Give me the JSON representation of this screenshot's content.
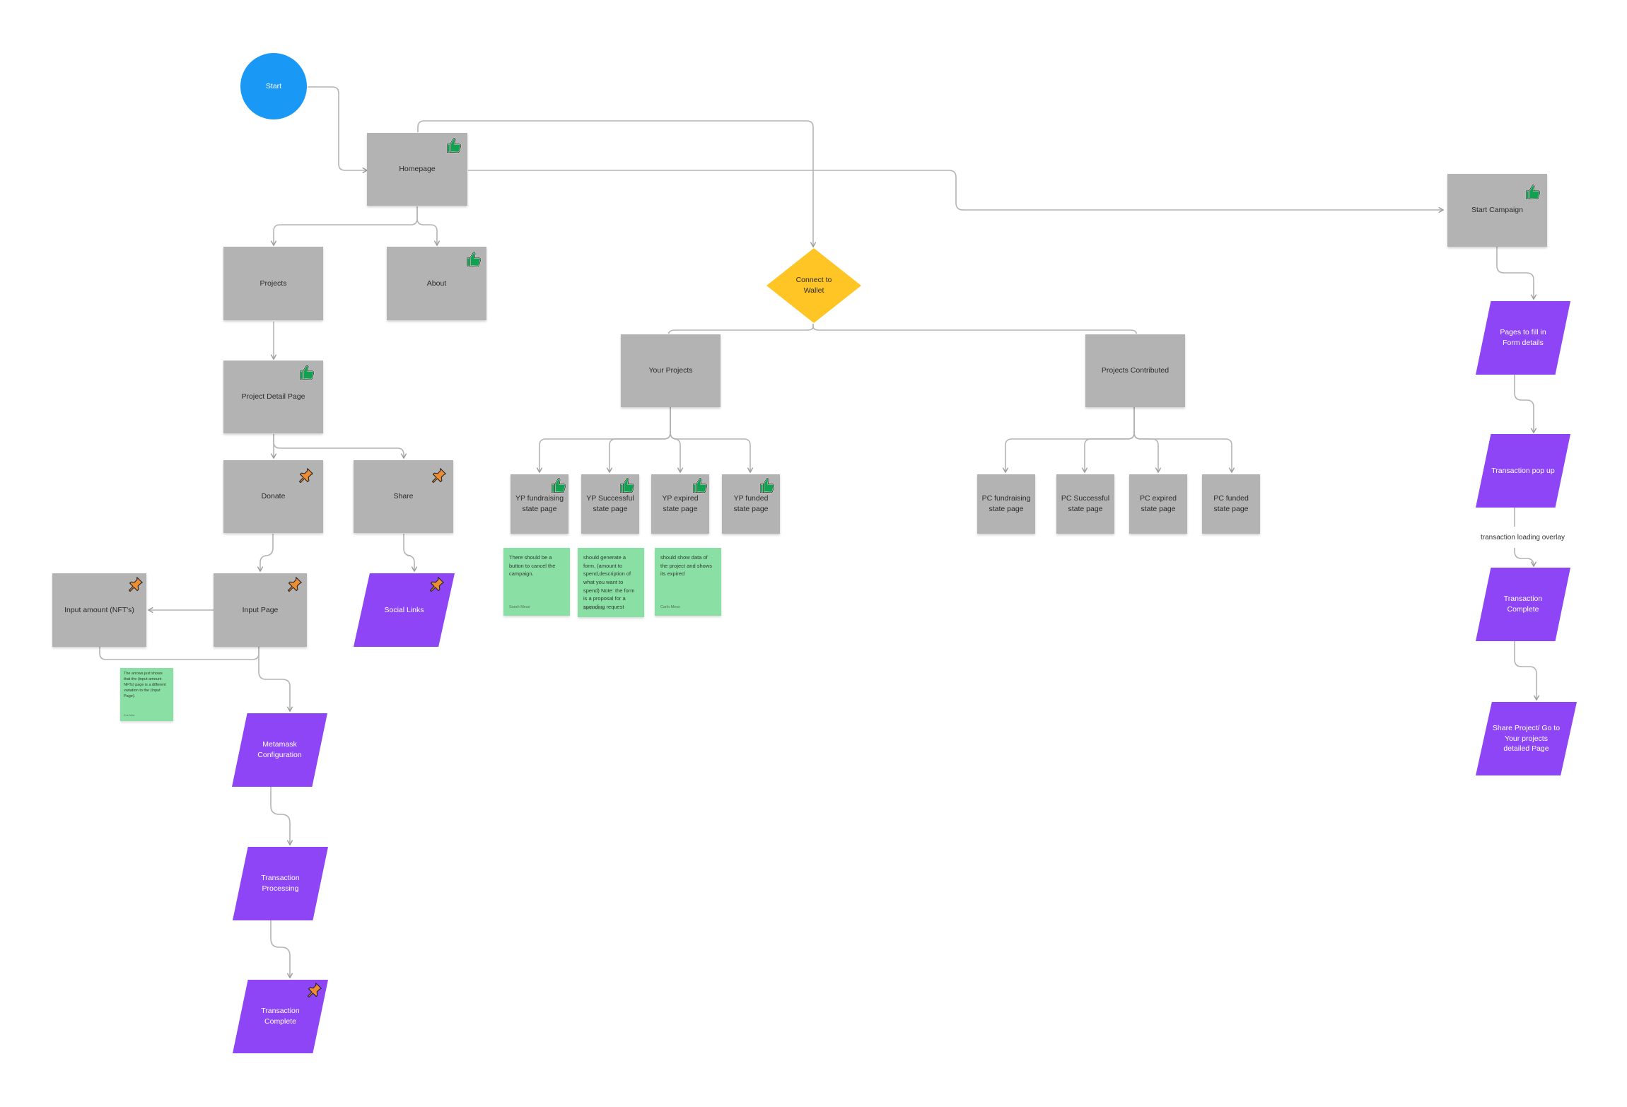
{
  "colors": {
    "rect": "#b3b3b3",
    "para": "#8d45f5",
    "start": "#1a98f6",
    "decision": "#ffc524",
    "sticky": "#8ae0a4",
    "connector": "#b4b4b4",
    "approved_badge": "#12a150",
    "pending_badge": "#ec8d34"
  },
  "icons": {
    "approved": "thumbs-up-icon",
    "pending": "pushpin-icon"
  },
  "nodes": {
    "start": "Start",
    "homepage": "Homepage",
    "projects": "Projects",
    "about": "About",
    "project_detail": "Project Detail Page",
    "donate": "Donate",
    "share": "Share",
    "input_amount": "Input amount (NFT's)",
    "input_page": "Input Page",
    "social_links": "Social Links",
    "metamask": "Metamask Configuration",
    "transaction_processing": "Transaction Processing",
    "transaction_complete_left": "Transaction Complete",
    "connect_wallet": "Connect to Wallet",
    "your_projects": "Your Projects",
    "projects_contributed": "Projects Contributed",
    "yp_fundraising": "YP fundraising state page",
    "yp_successful": "YP Successful state page",
    "yp_expired": "YP expired state page",
    "yp_funded": "YP funded state page",
    "pc_fundraising": "PC fundraising state page",
    "pc_successful": "PC Successful state page",
    "pc_expired": "PC expired state page",
    "pc_funded": "PC funded state page",
    "start_campaign": "Start Campaign",
    "pages_form": "Pages to fill in Form details",
    "transaction_popup": "Transaction pop up",
    "transaction_complete_right": "Transaction Complete",
    "share_project": "Share Project/ Go to  Your projects detailed Page"
  },
  "edge_labels": {
    "loading_overlay": "transaction loading overlay"
  },
  "stickies": {
    "cancel_campaign": {
      "text": "There should be a button to cancel the campaign.",
      "author": "Sarah Mess"
    },
    "generate_form": {
      "text": "should generate a form, (amount to spend,description of what you want to spend) Note: the form is a proposal for a spending request",
      "author": "Sarah Mess"
    },
    "show_data": {
      "text": "should show data of the project and shows its expired",
      "author": "Carlo Mess"
    },
    "input_amount_note": {
      "text": "The arrows just shows that the (input amount NFTs) page is a different variation to the (Input Page).",
      "author": "Zoe Mav"
    }
  }
}
